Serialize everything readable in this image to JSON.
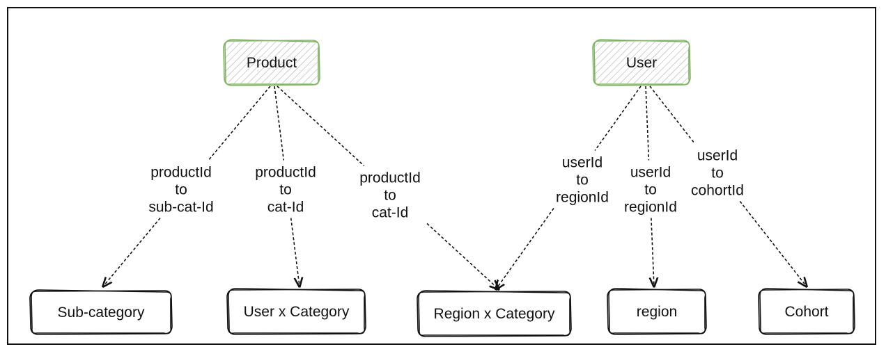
{
  "colors": {
    "source_node_border": "#82b366",
    "source_node_hatch": "#b8b8b8",
    "node_border": "#111111",
    "edge": "#111111",
    "text": "#111111"
  },
  "source_nodes": [
    {
      "id": "product",
      "label": "Product"
    },
    {
      "id": "user",
      "label": "User"
    }
  ],
  "target_nodes": [
    {
      "id": "sub-category",
      "label": "Sub-category"
    },
    {
      "id": "user-x-category",
      "label": "User x Category"
    },
    {
      "id": "region-x-category",
      "label": "Region x Category"
    },
    {
      "id": "region",
      "label": "region"
    },
    {
      "id": "cohort",
      "label": "Cohort"
    }
  ],
  "edges": [
    {
      "from": "product",
      "to": "sub-category",
      "label": [
        "productId",
        "to",
        "sub-cat-Id"
      ]
    },
    {
      "from": "product",
      "to": "user-x-category",
      "label": [
        "productId",
        "to",
        "cat-Id"
      ]
    },
    {
      "from": "product",
      "to": "region-x-category",
      "label": [
        "productId",
        "to",
        "cat-Id"
      ]
    },
    {
      "from": "user",
      "to": "region-x-category",
      "label": [
        "userId",
        "to",
        "regionId"
      ]
    },
    {
      "from": "user",
      "to": "region",
      "label": [
        "userId",
        "to",
        "regionId"
      ]
    },
    {
      "from": "user",
      "to": "cohort",
      "label": [
        "userId",
        "to",
        "cohortId"
      ]
    }
  ]
}
